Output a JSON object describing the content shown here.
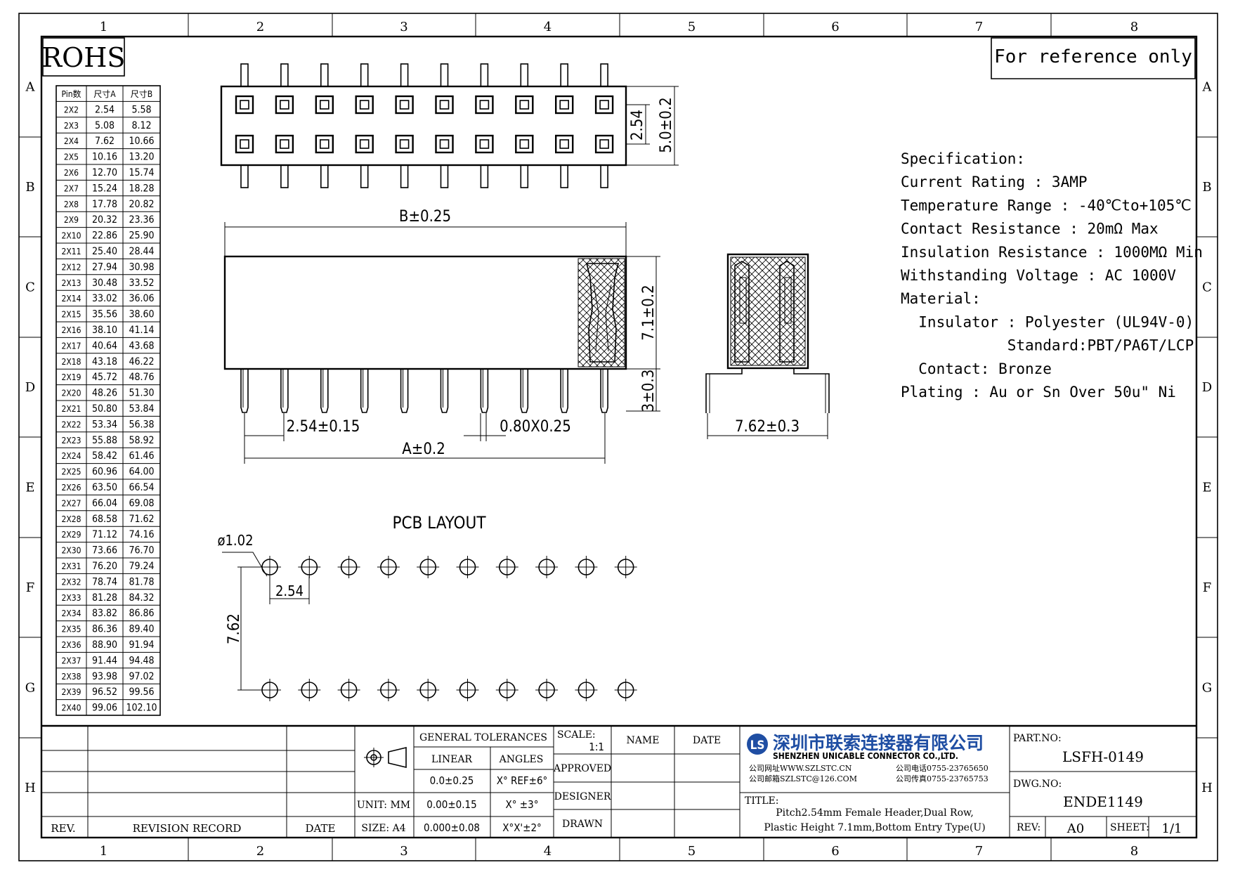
{
  "frame": {
    "columns": [
      "1",
      "2",
      "3",
      "4",
      "5",
      "6",
      "7",
      "8"
    ],
    "rows": [
      "A",
      "B",
      "C",
      "D",
      "E",
      "F",
      "G",
      "H"
    ]
  },
  "rohs_label": "ROHS",
  "reference_note": "For reference only",
  "size_table": {
    "headers": [
      "Pin数",
      "尺寸A",
      "尺寸B"
    ],
    "rows": [
      [
        "2X2",
        "2.54",
        "5.58"
      ],
      [
        "2X3",
        "5.08",
        "8.12"
      ],
      [
        "2X4",
        "7.62",
        "10.66"
      ],
      [
        "2X5",
        "10.16",
        "13.20"
      ],
      [
        "2X6",
        "12.70",
        "15.74"
      ],
      [
        "2X7",
        "15.24",
        "18.28"
      ],
      [
        "2X8",
        "17.78",
        "20.82"
      ],
      [
        "2X9",
        "20.32",
        "23.36"
      ],
      [
        "2X10",
        "22.86",
        "25.90"
      ],
      [
        "2X11",
        "25.40",
        "28.44"
      ],
      [
        "2X12",
        "27.94",
        "30.98"
      ],
      [
        "2X13",
        "30.48",
        "33.52"
      ],
      [
        "2X14",
        "33.02",
        "36.06"
      ],
      [
        "2X15",
        "35.56",
        "38.60"
      ],
      [
        "2X16",
        "38.10",
        "41.14"
      ],
      [
        "2X17",
        "40.64",
        "43.68"
      ],
      [
        "2X18",
        "43.18",
        "46.22"
      ],
      [
        "2X19",
        "45.72",
        "48.76"
      ],
      [
        "2X20",
        "48.26",
        "51.30"
      ],
      [
        "2X21",
        "50.80",
        "53.84"
      ],
      [
        "2X22",
        "53.34",
        "56.38"
      ],
      [
        "2X23",
        "55.88",
        "58.92"
      ],
      [
        "2X24",
        "58.42",
        "61.46"
      ],
      [
        "2X25",
        "60.96",
        "64.00"
      ],
      [
        "2X26",
        "63.50",
        "66.54"
      ],
      [
        "2X27",
        "66.04",
        "69.08"
      ],
      [
        "2X28",
        "68.58",
        "71.62"
      ],
      [
        "2X29",
        "71.12",
        "74.16"
      ],
      [
        "2X30",
        "73.66",
        "76.70"
      ],
      [
        "2X31",
        "76.20",
        "79.24"
      ],
      [
        "2X32",
        "78.74",
        "81.78"
      ],
      [
        "2X33",
        "81.28",
        "84.32"
      ],
      [
        "2X34",
        "83.82",
        "86.86"
      ],
      [
        "2X35",
        "86.36",
        "89.40"
      ],
      [
        "2X36",
        "88.90",
        "91.94"
      ],
      [
        "2X37",
        "91.44",
        "94.48"
      ],
      [
        "2X38",
        "93.98",
        "97.02"
      ],
      [
        "2X39",
        "96.52",
        "99.56"
      ],
      [
        "2X40",
        "99.06",
        "102.10"
      ]
    ]
  },
  "dimensions": {
    "row_pitch": "2.54",
    "top_width": "5.0±0.2",
    "body_length": "B±0.25",
    "body_height": "7.1±0.2",
    "pin_length": "3±0.3",
    "pin_pitch": "2.54±0.15",
    "pin_size": "0.80X0.25",
    "pin_span": "A±0.2",
    "row_spacing": "7.62±0.3"
  },
  "pcb": {
    "title": "PCB LAYOUT",
    "hole": "ø1.02",
    "pitch": "2.54",
    "row_spacing": "7.62"
  },
  "specification": {
    "lines": [
      "Specification:",
      "Current Rating : 3AMP",
      "Temperature Range : -40℃to+105℃",
      "Contact Resistance : 20mΩ Max",
      "Insulation Resistance : 1000MΩ Min",
      "Withstanding Voltage : AC 1000V",
      "Material:",
      "  Insulator : Polyester (UL94V-0)",
      "            Standard:PBT/PA6T/LCP",
      "  Contact: Bronze",
      "Plating : Au or Sn Over 50u\" Ni"
    ]
  },
  "title_block": {
    "rev_col": "REV.",
    "revision_record": "REVISION RECORD",
    "date_col": "DATE",
    "general_tolerances": "GENERAL TOLERANCES",
    "linear": "LINEAR",
    "angles": "ANGLES",
    "linear_values": [
      "0.0±0.25",
      "0.00±0.15",
      "0.000±0.08"
    ],
    "angle_values": [
      "X° REF±6°",
      "X° ±3°",
      "X°X'±2°"
    ],
    "unit": "UNIT: MM",
    "size": "SIZE: A4",
    "scale_label": "SCALE:",
    "scale_value": "1:1",
    "name": "NAME",
    "date": "DATE",
    "approved": "APPROVED",
    "designer": "DESIGNER",
    "drawn": "DRAWN",
    "company_cn": "深圳市联索连接器有限公司",
    "company_en": "SHENZHEN UNICABLE CONNECTOR CO.,LTD.",
    "website": "公司网址WWW.SZLSTC.CN",
    "email": "公司邮箱SZLSTC@126.COM",
    "phone": "公司电话0755-23765650",
    "fax": "公司传真0755-23765753",
    "title_label": "TITLE:",
    "title_line1": "Pitch2.54mm Female Header,Dual Row,",
    "title_line2": "Plastic Height 7.1mm,Bottom Entry Type(U)",
    "part_no_label": "PART.NO:",
    "part_no": "LSFH-0149",
    "dwg_no_label": "DWG.NO:",
    "dwg_no": "ENDE1149",
    "rev_label": "REV:",
    "rev_value": "A0",
    "sheet_label": "SHEET:",
    "sheet_value": "1/1"
  },
  "colors": {
    "logo_blue": "#1f4ea3",
    "line": "#000000"
  }
}
